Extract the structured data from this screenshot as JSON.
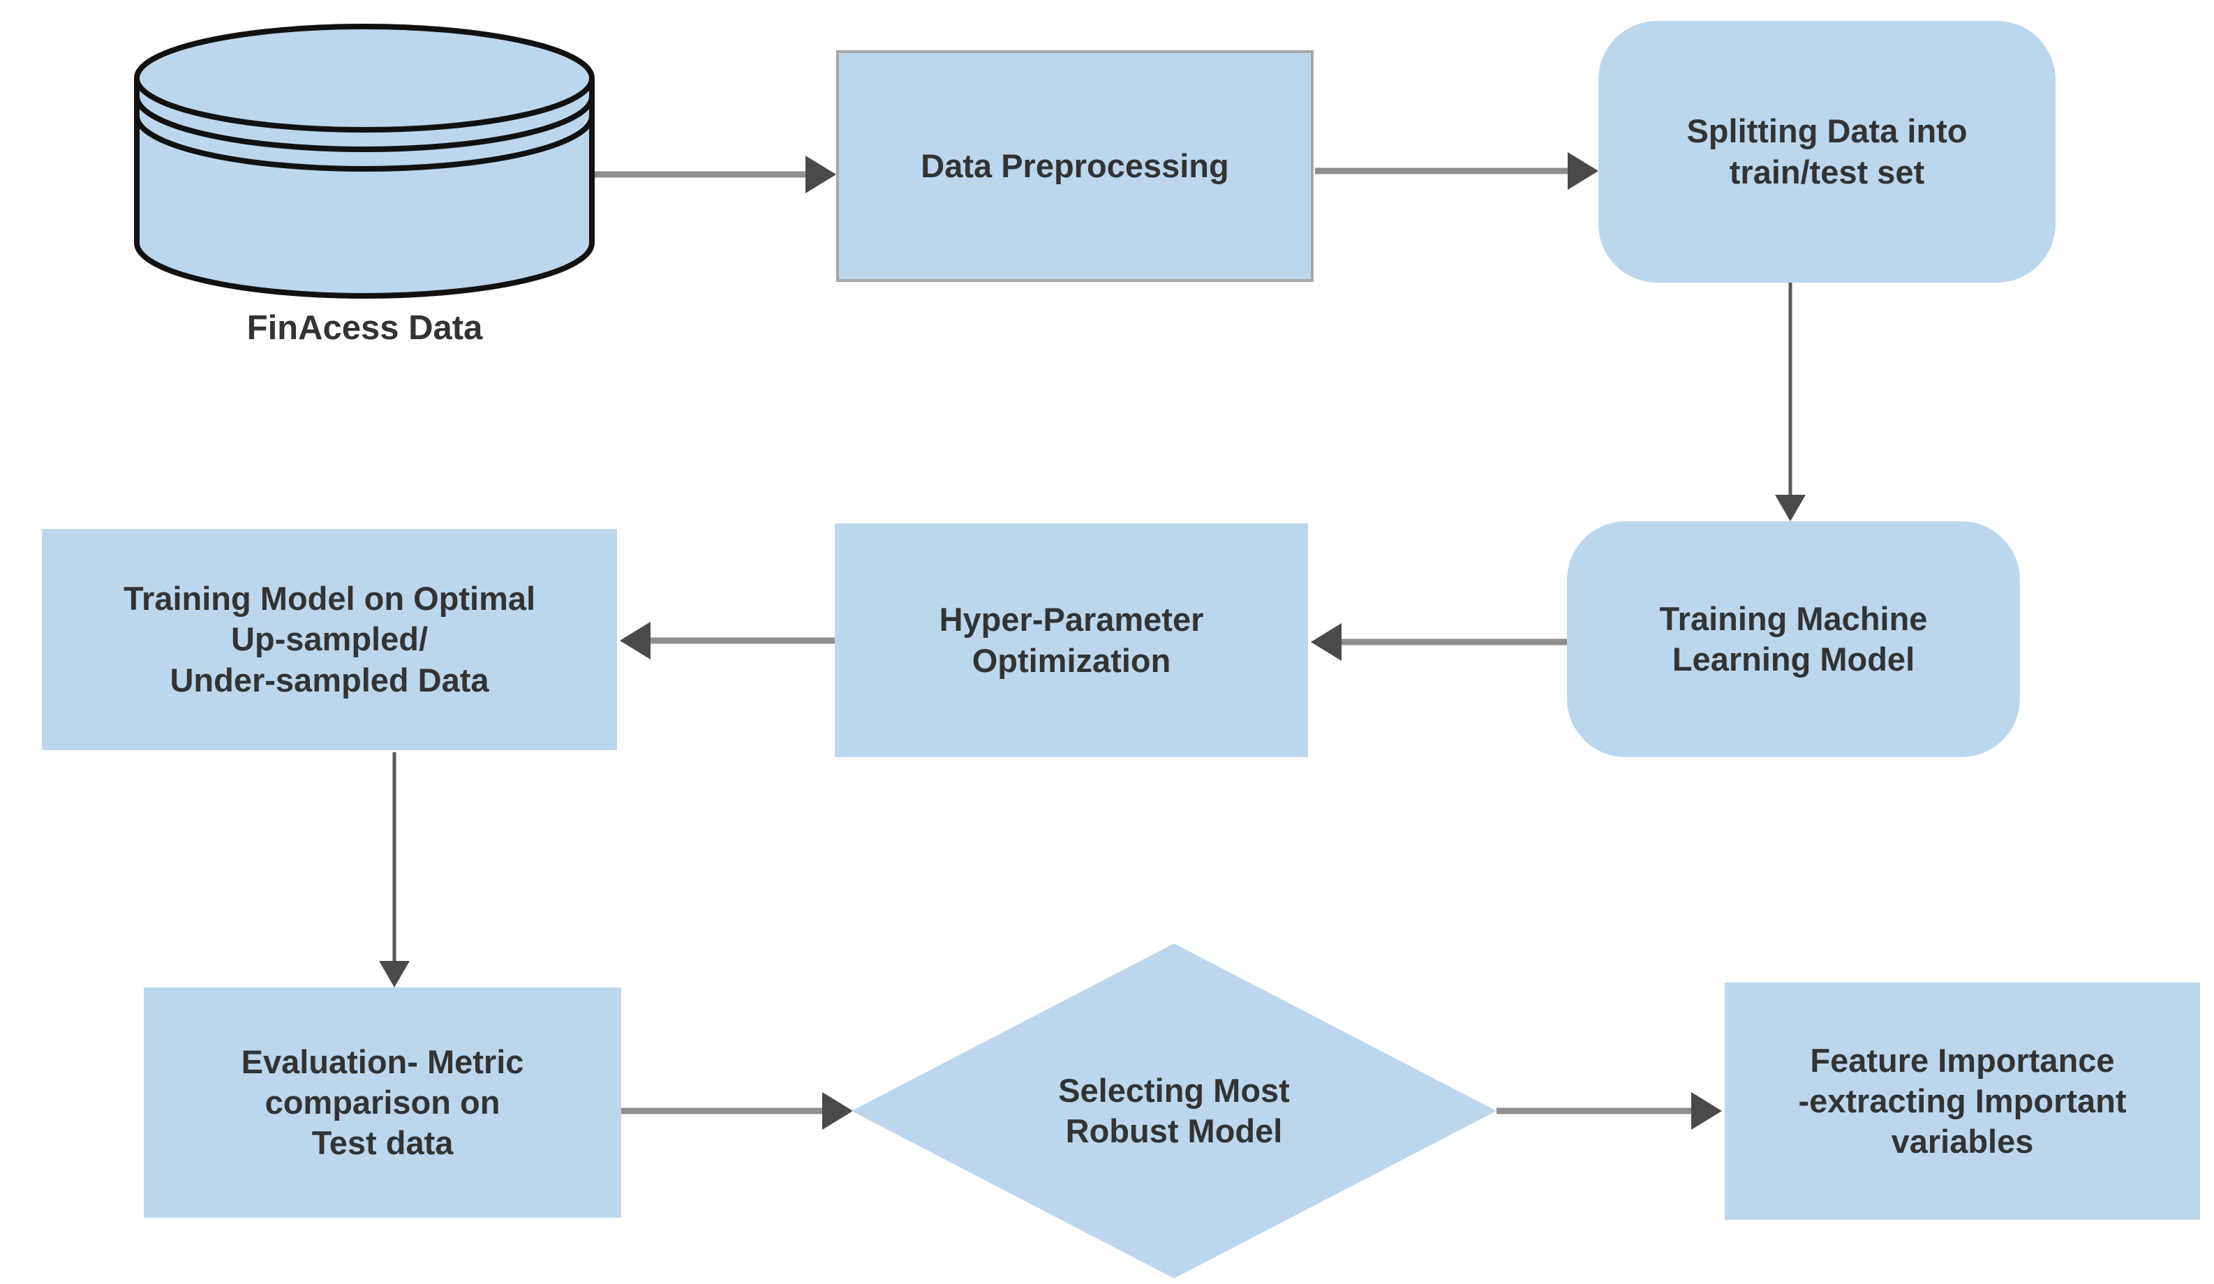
{
  "diagram": {
    "type": "flowchart",
    "nodes": {
      "datasource": {
        "label": "FinAcess Data",
        "shape": "database-cylinder"
      },
      "preprocess": {
        "label": "Data Preprocessing",
        "shape": "rectangle-bordered"
      },
      "split": {
        "label": "Splitting Data into\ntrain/test set",
        "shape": "rounded-rectangle"
      },
      "train_ml": {
        "label": "Training Machine\nLearning Model",
        "shape": "rounded-rectangle"
      },
      "hyperparam": {
        "label": "Hyper-Parameter\nOptimization",
        "shape": "rectangle"
      },
      "train_optimal": {
        "label": "Training Model on Optimal\nUp-sampled/\nUnder-sampled Data",
        "shape": "rectangle"
      },
      "evaluation": {
        "label": "Evaluation- Metric\ncomparison on\nTest data",
        "shape": "rectangle"
      },
      "select_model": {
        "label": "Selecting Most\nRobust Model",
        "shape": "diamond"
      },
      "feature_importance": {
        "label": "Feature Importance\n-extracting Important\nvariables",
        "shape": "rectangle"
      }
    },
    "edges": [
      {
        "from": "datasource",
        "to": "preprocess",
        "direction": "right"
      },
      {
        "from": "preprocess",
        "to": "split",
        "direction": "right"
      },
      {
        "from": "split",
        "to": "train_ml",
        "direction": "down"
      },
      {
        "from": "train_ml",
        "to": "hyperparam",
        "direction": "left"
      },
      {
        "from": "hyperparam",
        "to": "train_optimal",
        "direction": "left"
      },
      {
        "from": "train_optimal",
        "to": "evaluation",
        "direction": "down"
      },
      {
        "from": "evaluation",
        "to": "select_model",
        "direction": "right"
      },
      {
        "from": "select_model",
        "to": "feature_importance",
        "direction": "right"
      }
    ],
    "colors": {
      "background": "#FFFFFF",
      "node_fill": "#BCD7ED",
      "node_border": "#A6A6A6",
      "outline_black": "#111111",
      "arrow_shaft": "#8F8F8F",
      "arrow_head": "#4A4A4A",
      "thin_arrow": "#5A5A5A",
      "text": "#333333"
    }
  }
}
